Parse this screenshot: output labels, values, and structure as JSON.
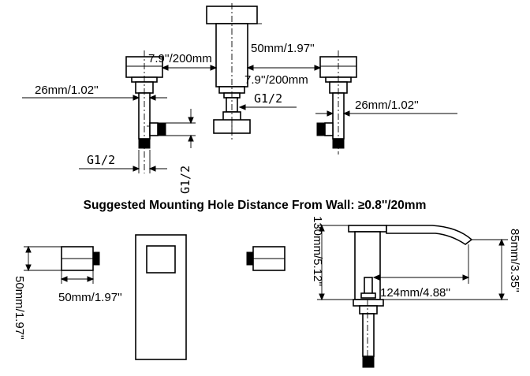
{
  "top_view": {
    "spread_left": "7.9''/200mm",
    "spread_right": "7.9''/200mm",
    "spout_width": "50mm/1.97''",
    "handle_left_width": "26mm/1.02''",
    "handle_right_width": "26mm/1.02''",
    "thread_spout": "G1/2",
    "thread_handle_h": "G1/2",
    "thread_handle_v": "G1/2"
  },
  "heading": "Suggested Mounting Hole Distance From Wall: ≥0.8''/20mm",
  "bottom_view": {
    "handle_height": "50mm/1.97''",
    "handle_width": "50mm/1.97''",
    "total_height": "130mm/5.12''",
    "spout_height": "85mm/3.35''",
    "spout_reach": "124mm/4.88''"
  }
}
